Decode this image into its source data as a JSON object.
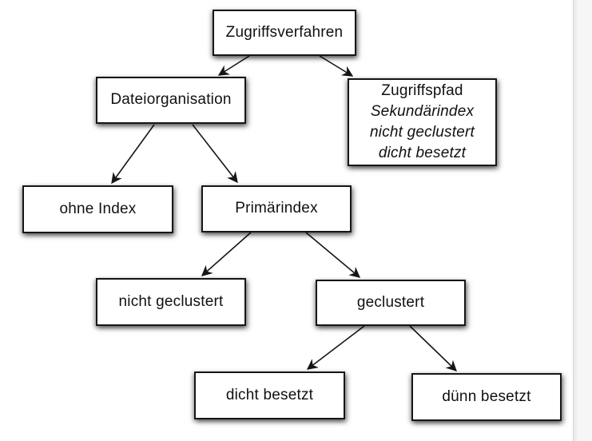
{
  "page": {
    "background_color": "#ffffff",
    "side_panel_color": "#f6f6f6"
  },
  "colors": {
    "box_border": "#161616",
    "box_background": "#ffffff",
    "arrow": "#161616",
    "text": "#111111"
  },
  "diagram": {
    "type": "tree",
    "nodes": [
      {
        "id": "zugriffsverfahren",
        "label": "Zugriffsverfahren"
      },
      {
        "id": "dateiorganisation",
        "label": "Dateiorganisation"
      },
      {
        "id": "zugriffspfad",
        "lines": [
          "Zugriffspfad",
          "Sekundärindex",
          "nicht geclustert",
          "dicht besetzt"
        ],
        "line_styles": [
          "regular",
          "italic",
          "italic",
          "italic"
        ]
      },
      {
        "id": "ohne-index",
        "label": "ohne Index"
      },
      {
        "id": "primaerindex",
        "label": "Primärindex"
      },
      {
        "id": "nicht-geclustert",
        "label": "nicht geclustert"
      },
      {
        "id": "geclustert",
        "label": "geclustert"
      },
      {
        "id": "dicht-besetzt",
        "label": "dicht besetzt"
      },
      {
        "id": "duenn-besetzt",
        "label": "dünn besetzt"
      }
    ],
    "edges": [
      {
        "from": "zugriffsverfahren",
        "to": "dateiorganisation"
      },
      {
        "from": "zugriffsverfahren",
        "to": "zugriffspfad"
      },
      {
        "from": "dateiorganisation",
        "to": "ohne-index"
      },
      {
        "from": "dateiorganisation",
        "to": "primaerindex"
      },
      {
        "from": "primaerindex",
        "to": "nicht-geclustert"
      },
      {
        "from": "primaerindex",
        "to": "geclustert"
      },
      {
        "from": "geclustert",
        "to": "dicht-besetzt"
      },
      {
        "from": "geclustert",
        "to": "duenn-besetzt"
      }
    ]
  }
}
